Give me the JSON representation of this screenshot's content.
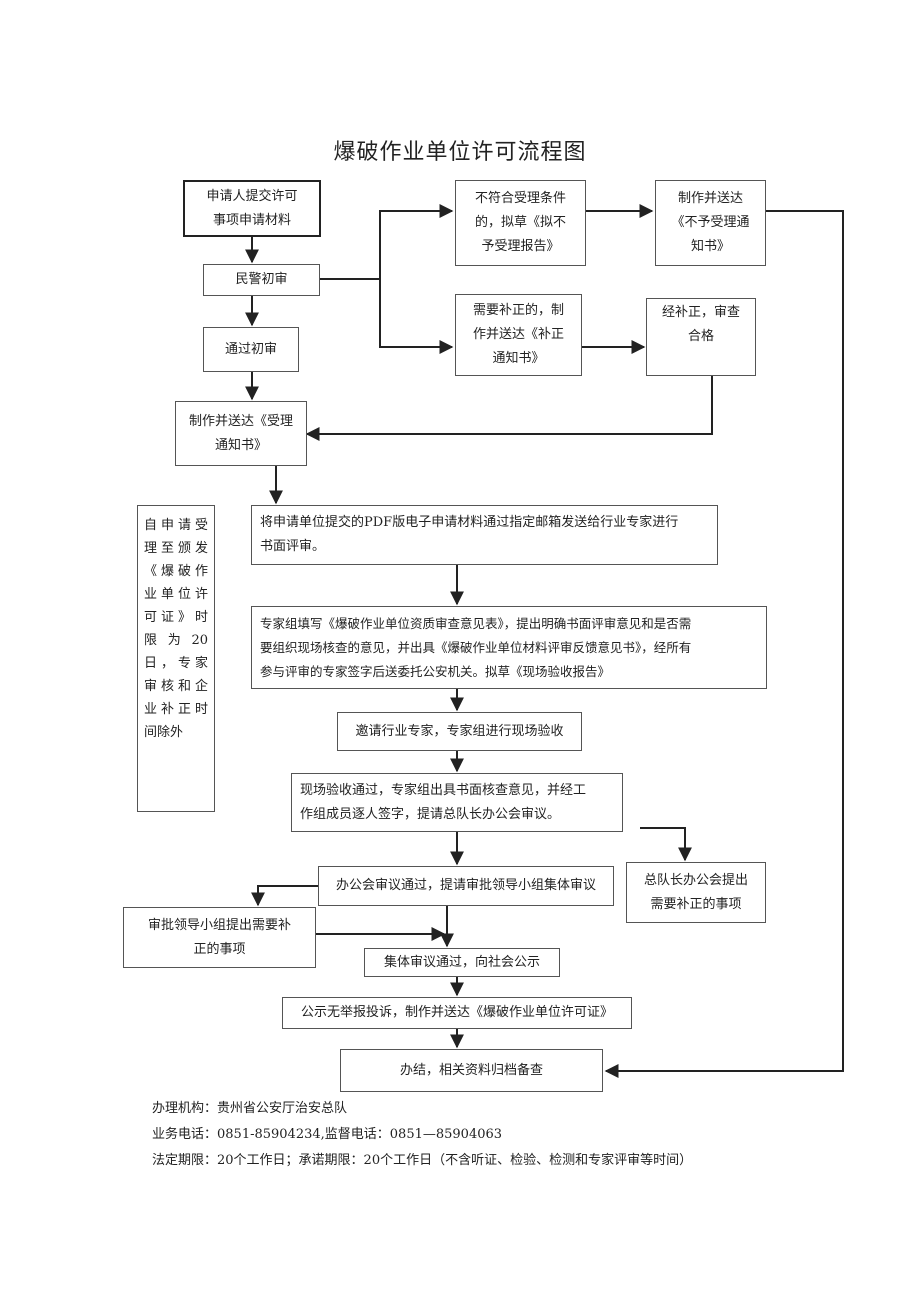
{
  "title": "爆破作业单位许可流程图",
  "nodes": {
    "apply": "申请人提交许可\n事项申请材料",
    "initial_review": "民警初审",
    "pass_initial": "通过初审",
    "not_qualified": "不符合受理条件\n的，拟草《拟不\n予受理报告》",
    "send_reject": "制作并送达\n《不予受理通\n知书》",
    "need_correction": "需要补正的，制\n作并送达《补正\n通知书》",
    "correction_ok": "经补正，审查\n合格",
    "send_accept": "制作并送达《受理\n通知书》",
    "send_experts": "将申请单位提交的PDF版电子申请材料通过指定邮箱发送给行业专家进行\n书面评审。",
    "expert_form": "专家组填写《爆破作业单位资质审查意见表》，提出明确书面评审意见和是否需\n要组织现场核查的意见，并出具《爆破作业单位材料评审反馈意见书》，经所有\n参与评审的专家签字后送委托公安机关。拟草《现场验收报告》",
    "site_inspection": "邀请行业专家，专家组进行现场验收",
    "inspection_pass": "现场验收通过，专家组出具书面核查意见，并经工\n作组成员逐人签字，提请总队长办公会审议。",
    "office_meeting": "办公会审议通过，提请审批领导小组集体审议",
    "chief_correction": "总队长办公会提出\n需要补正的事项",
    "leader_correction": "审批领导小组提出需要补\n正的事项",
    "collective_pass": "集体审议通过，向社会公示",
    "publicity": "公示无举报投诉，制作并送达《爆破作业单位许可证》",
    "archive": "办结，相关资料归档备查"
  },
  "time_note": "自申请受理至颁发《爆破作业单位许可证》时限为20日，专家审核和企业补正时间除外",
  "footer": {
    "agency": "办理机构：贵州省公安厅治安总队",
    "phone": "业务电话：0851-85904234,监督电话：0851—85904063",
    "deadline": "法定期限：20个工作日；承诺期限：20个工作日（不含听证、检验、检测和专家评审等时间）"
  }
}
